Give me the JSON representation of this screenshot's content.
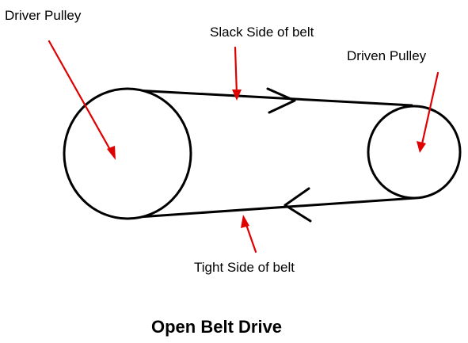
{
  "labels": {
    "driver_pulley": "Driver Pulley",
    "slack_side": "Slack Side of belt",
    "driven_pulley": "Driven Pulley",
    "tight_side": "Tight Side of belt"
  },
  "title": "Open Belt Drive",
  "colors": {
    "line": "#000000",
    "pointer": "#e00000",
    "background": "#ffffff"
  }
}
